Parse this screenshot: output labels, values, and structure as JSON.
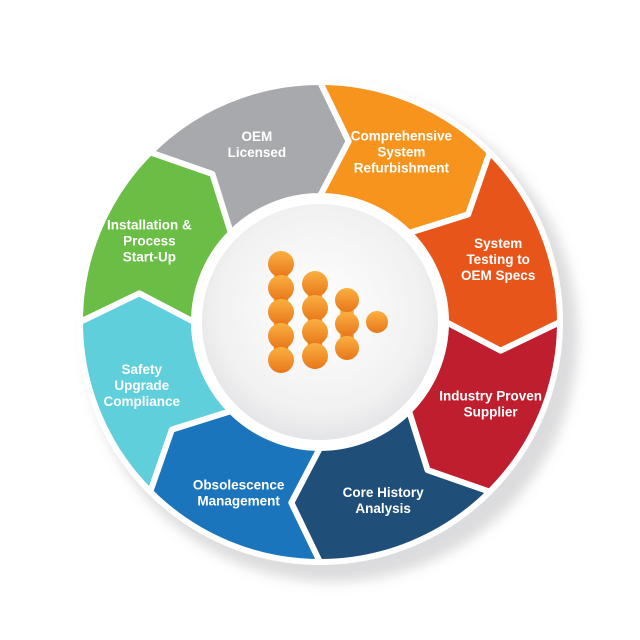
{
  "segments": [
    {
      "id": "oem-licensed",
      "lines": [
        "OEM",
        "Licensed"
      ],
      "color": "#a7a9ac"
    },
    {
      "id": "comprehensive-system-refurbishment",
      "lines": [
        "Comprehensive",
        "System",
        "Refurbishment"
      ],
      "color": "#f7941d"
    },
    {
      "id": "system-testing-to-oem-specs",
      "lines": [
        "System",
        "Testing to",
        "OEM Specs"
      ],
      "color": "#e8551a"
    },
    {
      "id": "industry-proven-supplier",
      "lines": [
        "Industry Proven",
        "Supplier"
      ],
      "color": "#be1e2d"
    },
    {
      "id": "core-history-analysis",
      "lines": [
        "Core History",
        "Analysis"
      ],
      "color": "#1f4e79"
    },
    {
      "id": "obsolescence-management",
      "lines": [
        "Obsolescence",
        "Management"
      ],
      "color": "#1b75bc"
    },
    {
      "id": "safety-upgrade-compliance",
      "lines": [
        "Safety",
        "Upgrade",
        "Compliance"
      ],
      "color": "#5ecfdb"
    },
    {
      "id": "installation-process-start-up",
      "lines": [
        "Installation &",
        "Process",
        "Start-Up"
      ],
      "color": "#6abd45"
    }
  ],
  "center": {
    "logo_icon": "orange-dots-arrow-logo",
    "colors": {
      "light": "#fbb040",
      "dark": "#e8771a"
    }
  }
}
